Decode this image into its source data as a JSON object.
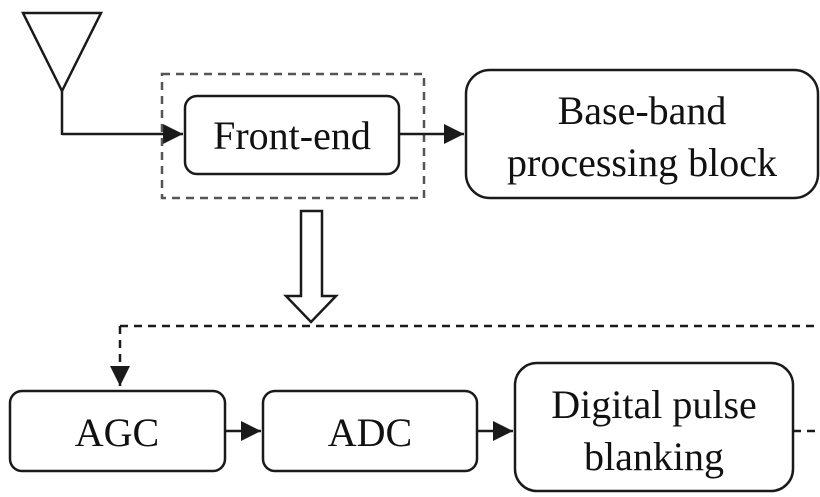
{
  "blocks": {
    "front_end": "Front-end",
    "baseband_line1": "Base-band",
    "baseband_line2": "processing block",
    "agc": "AGC",
    "adc": "ADC",
    "dpb_line1": "Digital pulse",
    "dpb_line2": "blanking"
  },
  "colors": {
    "stroke": "#1a1a1a",
    "dashed_stroke": "#555555",
    "background": "#ffffff"
  },
  "icons": {
    "antenna": "antenna-icon",
    "hollow_arrow": "hollow-down-arrow-icon"
  }
}
